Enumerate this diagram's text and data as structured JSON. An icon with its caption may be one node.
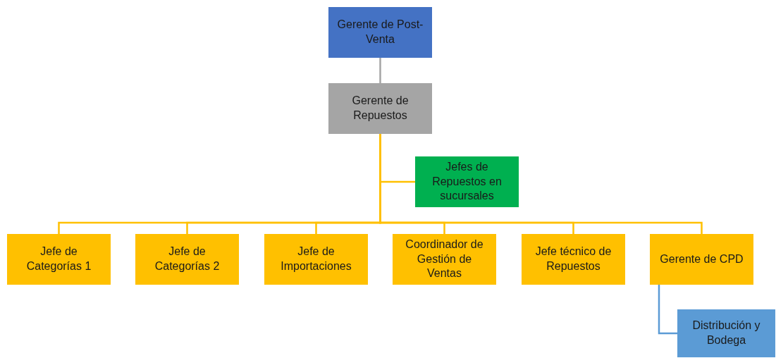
{
  "diagram": {
    "nodes": [
      {
        "text": [
          "Gerente de Post-Venta"
        ]
      },
      {
        "text": [
          "Gerente de Repuestos"
        ]
      },
      {
        "text": [
          "Jefes de Repuestos en sucursales"
        ]
      },
      {
        "text": [
          "Jefe de Categorías 1"
        ]
      },
      {
        "text": [
          "Jefe de Categorías 2"
        ]
      },
      {
        "text": [
          "Jefe de Importaciones"
        ]
      },
      {
        "text": [
          "Coordinador de Gestión de Ventas"
        ]
      },
      {
        "text": [
          "Jefe técnico de Repuestos"
        ]
      },
      {
        "text": [
          "Gerente de CPD"
        ]
      },
      {
        "text": [
          "Distribución y Bodega"
        ]
      }
    ],
    "edges": [
      {
        "from": 0,
        "to": 1,
        "arrow": "none",
        "color": "#a5a5a5"
      },
      {
        "from": 1,
        "to": 2,
        "arrow": "none"
      },
      {
        "from": 1,
        "to": 3,
        "arrow": "none"
      },
      {
        "from": 1,
        "to": 4,
        "arrow": "none"
      },
      {
        "from": 1,
        "to": 5,
        "arrow": "none"
      },
      {
        "from": 1,
        "to": 6,
        "arrow": "none"
      },
      {
        "from": 1,
        "to": 7,
        "arrow": "none"
      },
      {
        "from": 1,
        "to": 8,
        "arrow": "none"
      },
      {
        "from": 8,
        "to": 9,
        "arrow": "none",
        "color": "#5b9bd5"
      }
    ]
  }
}
